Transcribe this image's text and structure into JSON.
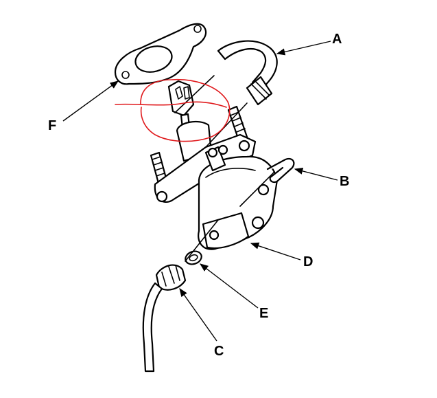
{
  "diagram": {
    "callouts": [
      {
        "id": "A",
        "label": "A"
      },
      {
        "id": "B",
        "label": "B"
      },
      {
        "id": "C",
        "label": "C"
      },
      {
        "id": "D",
        "label": "D"
      },
      {
        "id": "E",
        "label": "E"
      },
      {
        "id": "F",
        "label": "F"
      }
    ],
    "colors": {
      "line": "#000000",
      "background": "#ffffff",
      "annotation": "#e0191c"
    }
  }
}
